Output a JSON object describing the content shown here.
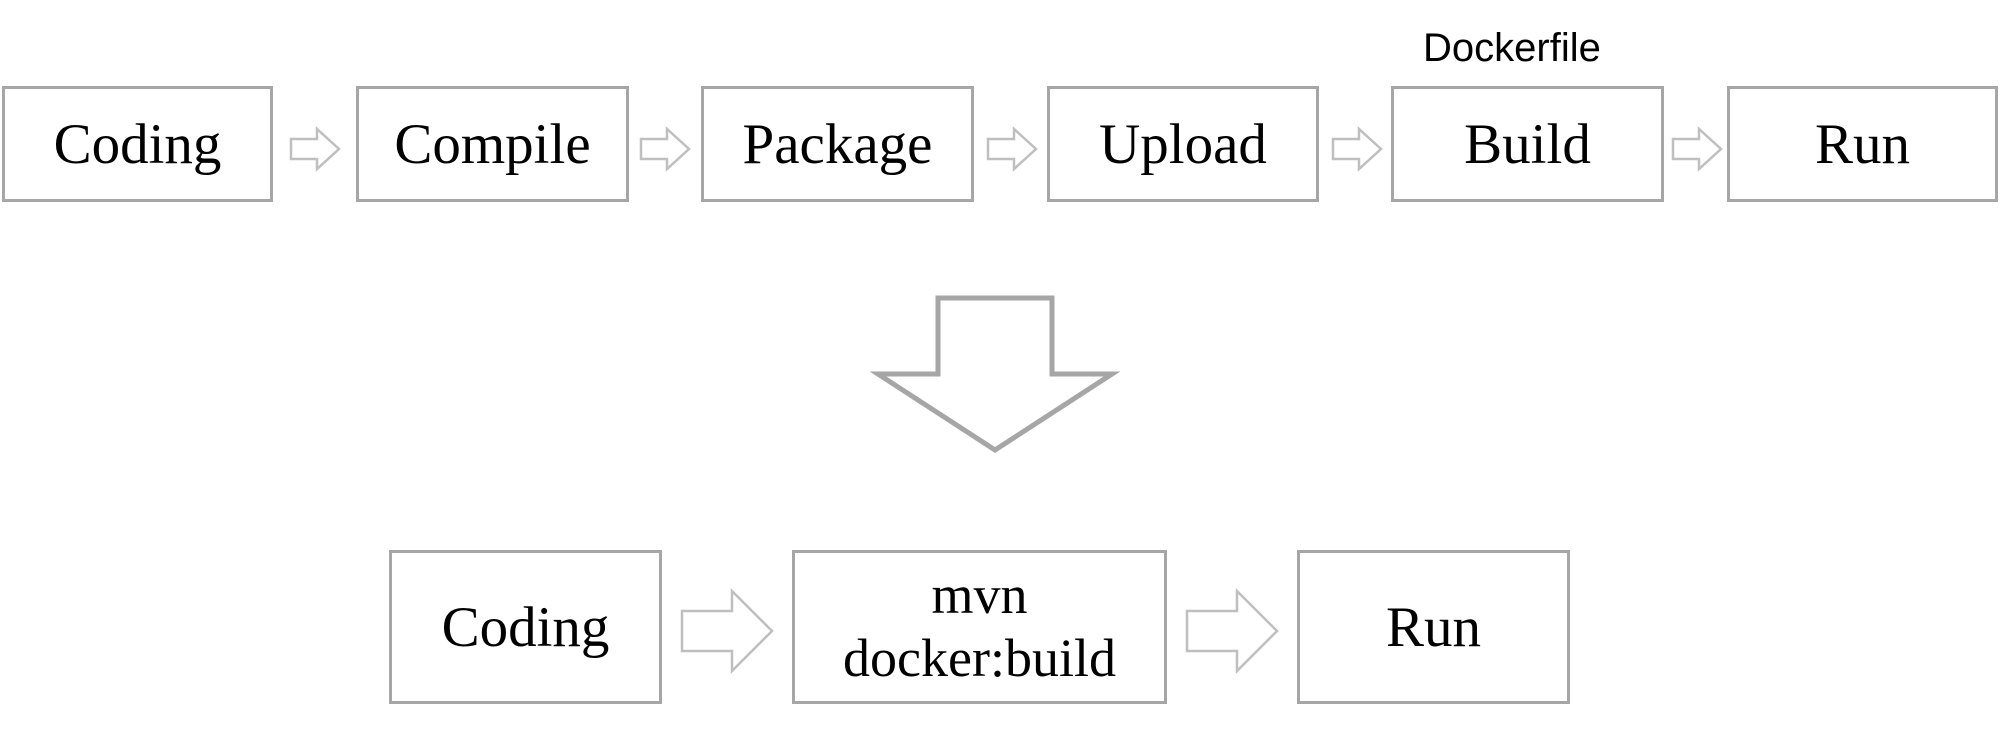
{
  "colors": {
    "box_border": "#a6a6a6",
    "small_arrow_outline": "#bfbfbf",
    "large_arrow_outline": "#a6a6a6",
    "text": "#000000"
  },
  "top_pipeline": {
    "steps": [
      {
        "label": "Coding"
      },
      {
        "label": "Compile"
      },
      {
        "label": "Package"
      },
      {
        "label": "Upload"
      },
      {
        "label": "Build",
        "annotation": "Dockerfile"
      },
      {
        "label": "Run"
      }
    ]
  },
  "transition_icon": "down-arrow-icon",
  "bottom_pipeline": {
    "steps": [
      {
        "label": "Coding"
      },
      {
        "label_line1": "mvn",
        "label_line2": "docker:build"
      },
      {
        "label": "Run"
      }
    ]
  }
}
